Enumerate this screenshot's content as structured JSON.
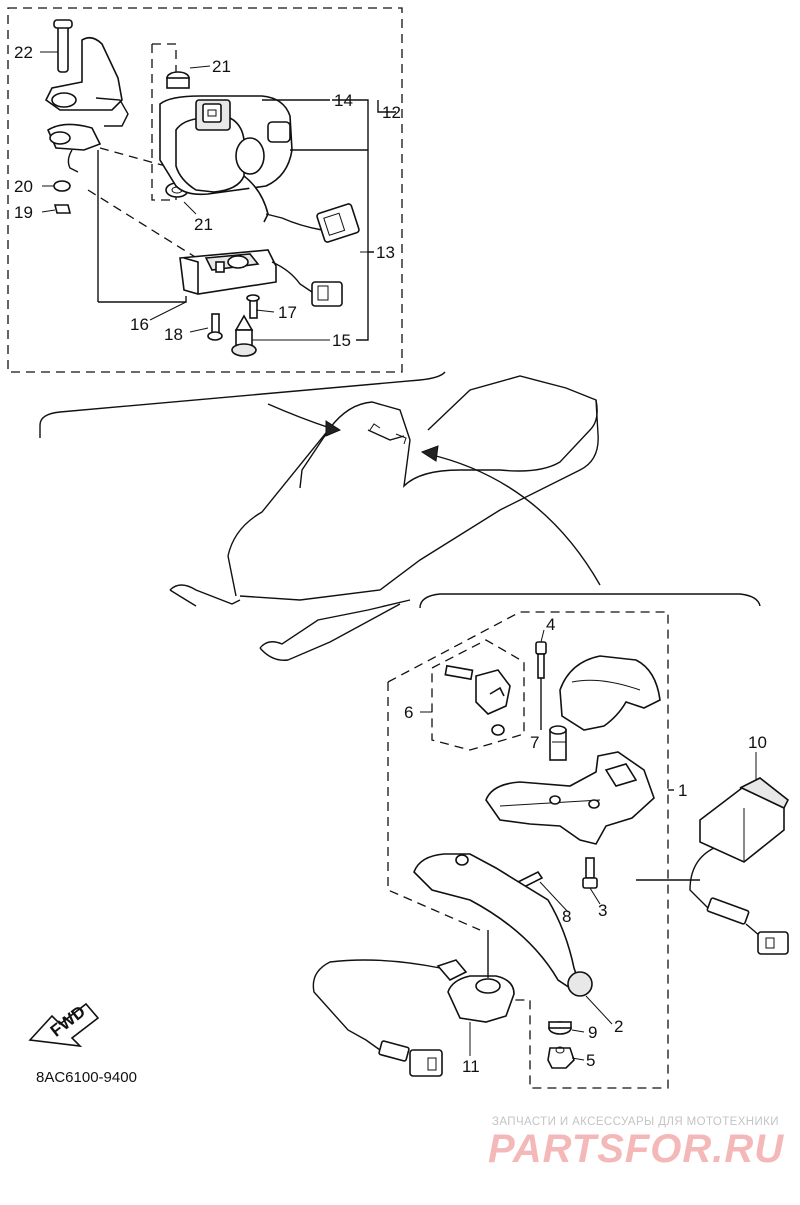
{
  "diagram_code": "8AC6100-9400",
  "fwd_label": "FWD",
  "part_labels": {
    "p1": "1",
    "p2": "2",
    "p3": "3",
    "p4": "4",
    "p5": "5",
    "p6": "6",
    "p7": "7",
    "p8": "8",
    "p9": "9",
    "p10": "10",
    "p11": "11",
    "p12": "12",
    "p13": "13",
    "p14": "14",
    "p15": "15",
    "p16": "16",
    "p17": "17",
    "p18": "18",
    "p19": "19",
    "p20": "20",
    "p21a": "21",
    "p21b": "21",
    "p22": "22"
  },
  "watermark": {
    "tagline": "ЗАПЧАСТИ И АКСЕССУАРЫ ДЛЯ МОТОТЕХНИКИ",
    "brand": "PARTSFOR.RU"
  },
  "colors": {
    "line": "#111111",
    "watermark_brand": "#f4b8b8",
    "watermark_text": "#c4c4c4"
  }
}
